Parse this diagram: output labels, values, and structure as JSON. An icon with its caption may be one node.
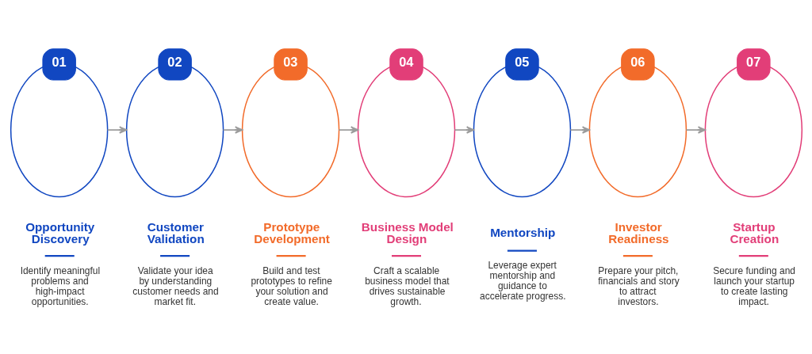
{
  "diagram": {
    "nodes": [
      {
        "text": [
          "01"
        ],
        "beside": [
          "Opportunity Discovery",
          "Identify meaningful problems and high-impact opportunities."
        ]
      },
      {
        "text": [
          "02"
        ],
        "beside": [
          "Customer Validation",
          "Validate your idea by understanding customer needs and market fit."
        ]
      },
      {
        "text": [
          "03"
        ],
        "beside": [
          "Prototype Development",
          "Build and test prototypes to refine your solution and create value."
        ]
      },
      {
        "text": [
          "04"
        ],
        "beside": [
          "Business Model Design",
          "Craft a scalable business model that drives sustainable growth."
        ]
      },
      {
        "text": [
          "05"
        ],
        "beside": [
          "Mentorship",
          "Leverage expert mentorship and guidance to accelerate progress."
        ]
      },
      {
        "text": [
          "06"
        ],
        "beside": [
          "Investor Readiness",
          "Prepare your pitch, financials and story to attract investors."
        ]
      },
      {
        "text": [
          "07"
        ],
        "beside": [
          "Startup Creation",
          "Secure funding and launch your startup to create lasting impact."
        ]
      }
    ],
    "edges": [
      {
        "from": 0,
        "to": 1,
        "arrow": "to"
      },
      {
        "from": 1,
        "to": 2,
        "arrow": "to"
      },
      {
        "from": 2,
        "to": 3,
        "arrow": "to"
      },
      {
        "from": 3,
        "to": 4,
        "arrow": "to"
      },
      {
        "from": 4,
        "to": 5,
        "arrow": "to"
      },
      {
        "from": 5,
        "to": 6,
        "arrow": "to"
      }
    ]
  }
}
